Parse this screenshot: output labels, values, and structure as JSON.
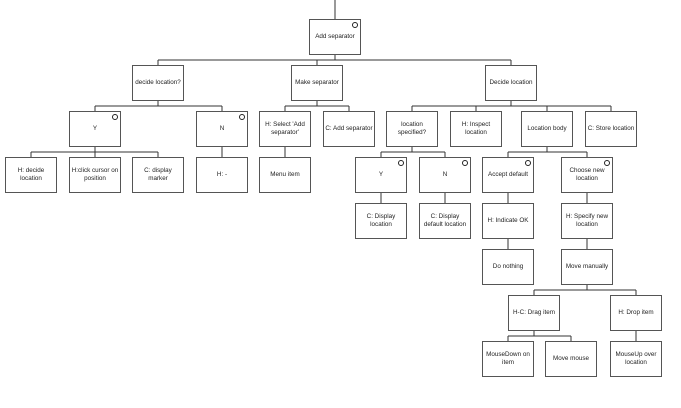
{
  "diagram": {
    "nodes": [
      {
        "id": "root",
        "label": "Add separator",
        "optional": true
      },
      {
        "id": "decide-q",
        "label": "decide location?",
        "parent": "root"
      },
      {
        "id": "make",
        "label": "Make separator",
        "parent": "root"
      },
      {
        "id": "decide",
        "label": "Decide location",
        "parent": "root"
      },
      {
        "id": "y1",
        "label": "Y",
        "parent": "decide-q",
        "optional": true
      },
      {
        "id": "n1",
        "label": "N",
        "parent": "decide-q",
        "optional": true
      },
      {
        "id": "hsel",
        "label": "H: Select 'Add separator'",
        "parent": "make"
      },
      {
        "id": "cadd",
        "label": "C: Add separator",
        "parent": "make"
      },
      {
        "id": "locspec",
        "label": "location specified?",
        "parent": "decide"
      },
      {
        "id": "hinsp",
        "label": "H: Inspect location",
        "parent": "decide"
      },
      {
        "id": "locbody",
        "label": "Location body",
        "parent": "decide"
      },
      {
        "id": "cstore",
        "label": "C: Store location",
        "parent": "decide"
      },
      {
        "id": "hdec",
        "label": "H: decide location",
        "parent": "y1"
      },
      {
        "id": "hclick",
        "label": "H:click cursor on position",
        "parent": "y1"
      },
      {
        "id": "cmark",
        "label": "C: display marker",
        "parent": "y1"
      },
      {
        "id": "hdash",
        "label": "H: -",
        "parent": "n1"
      },
      {
        "id": "menu",
        "label": "Menu item",
        "parent": "hsel"
      },
      {
        "id": "y2",
        "label": "Y",
        "parent": "locspec",
        "optional": true
      },
      {
        "id": "n2",
        "label": "N",
        "parent": "locspec",
        "optional": true
      },
      {
        "id": "accept",
        "label": "Accept default",
        "parent": "locbody",
        "optional": true
      },
      {
        "id": "choose",
        "label": "Choose new location",
        "parent": "locbody",
        "optional": true
      },
      {
        "id": "cdisp",
        "label": "C: Display location",
        "parent": "y2"
      },
      {
        "id": "cdispdef",
        "label": "C: Display default location",
        "parent": "n2"
      },
      {
        "id": "hok",
        "label": "H: Indicate OK",
        "parent": "accept"
      },
      {
        "id": "hspec",
        "label": "H: Specify new location",
        "parent": "choose"
      },
      {
        "id": "nothing",
        "label": "Do nothing",
        "parent": "hok"
      },
      {
        "id": "manual",
        "label": "Move manually",
        "parent": "hspec"
      },
      {
        "id": "drag",
        "label": "H-C: Drag item",
        "parent": "manual"
      },
      {
        "id": "drop",
        "label": "H: Drop item",
        "parent": "manual"
      },
      {
        "id": "mdown",
        "label": "MouseDown  on item",
        "parent": "drag"
      },
      {
        "id": "mmove",
        "label": "Move mouse",
        "parent": "drag"
      },
      {
        "id": "mup",
        "label": "MouseUp over location",
        "parent": "drop"
      }
    ]
  }
}
